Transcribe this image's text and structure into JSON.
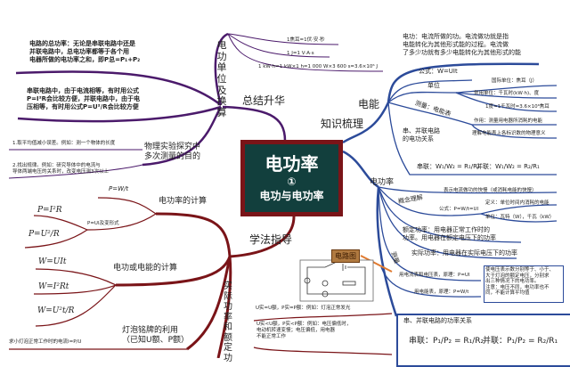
{
  "center": {
    "title": "电功率",
    "number": "①",
    "subtitle": "电功与电功率"
  },
  "colors": {
    "summary_branch": "#4b1a6b",
    "knowledge_branch": "#2c4b9a",
    "method_branch": "#7a1418",
    "center_fill": "#123f3d"
  },
  "summary": {
    "label": "总结升华",
    "unit_branch": "电功单位及换算",
    "units": [
      "1焦耳=1伏·安·秒",
      "1 J=1 V·A·s",
      "1 kW·h=1 kW×1 h=1 000 W×3 600 s=3.6×10⁶ J"
    ],
    "total_power": [
      "电路的总功率：无论是串联电路中还是",
      "并联电路中，总电功率都等于各个用",
      "电器所做的电功率之和，即P总=P₁+P₂"
    ],
    "formula_choice": [
      "串联电路中，由于电流相等，有时用公式",
      "P=I²R会比较方便，并联电路中，由于电",
      "压相等，有时用公式P=U²/R会比较方便"
    ],
    "experiment": {
      "label": [
        "物理实验探究中",
        "多次测量的目的"
      ],
      "items": [
        "1.取平均值减小误差。例如：测一个物体的长度",
        "2.找出规律。例如：研究导体中的电流与",
        "导体两端电压的关系时，改变电压测3次以上"
      ]
    }
  },
  "knowledge": {
    "label": "知识梳理",
    "energy": {
      "label": "电能",
      "definition": [
        "电功：电流所做的功。电流做功就是指",
        "电能转化为其他形式能的过程。电流做",
        "了多少功就有多少电能转化为其他形式的能"
      ],
      "formula": "公式：W=UIt",
      "unit": "单位",
      "unit_items": [
        "国际单位：焦耳（J）",
        "常用单位：千瓦时(kW·h)、度",
        "1度=1千瓦时=3.6×10⁶焦耳"
      ],
      "measure": "测量：电能表",
      "measure_items": [
        "作用：测量用电器所消耗的电能",
        "理解电能表上各标识数的物理意义"
      ],
      "relation": [
        "串、并联电路",
        "的电功关系"
      ],
      "series": "串联：W₁/W₂ = R₁/R₂",
      "parallel": "并联：W₁/W₂ = R₂/R₁"
    },
    "power": {
      "label": "电功率",
      "concept": "概念理解",
      "concept_items": [
        "表示电流做功的快慢（或消耗电能的快慢）",
        "公式：P=W/t=UI",
        "定义：单位时间内消耗的电能",
        "单位：瓦特（W），千瓦（kW）"
      ],
      "rated": [
        "额定功率：用电器正常工作时的",
        "功率。用电器在额定电压下的功率"
      ],
      "actual": "实际功率：用电器在实际电压下的功率",
      "measure": "测量",
      "measure_items": [
        "用电流表和电压表，原理：P=UI",
        "用电能表，原理：P=W/t"
      ],
      "note": [
        "使电压表示数分别等于、小于、",
        "大于灯泡的额定电压，分别求",
        "出三种情况下的电功率。",
        "注意：电压不同，电功率也不",
        "同，不能计算平均值"
      ],
      "relation_title": "串、并联电路的功率关系",
      "series": "串联：P₁/P₂ = R₁/R₂",
      "parallel": "并联：P₁/P₂ = R₂/R₁"
    }
  },
  "method": {
    "label": "学法指导",
    "circuit_tag": "电路图",
    "power_calc": {
      "label": "电功率的计算",
      "items": [
        "P=W/t",
        "P=UI及变形式",
        "P=I²R",
        "P=U²/R"
      ]
    },
    "work_calc": {
      "label": "电功或电能的计算",
      "items": [
        "W=UIt",
        "W=I²Rt",
        "W=U²t/R"
      ]
    },
    "bulb": {
      "label": [
        "灯泡铭牌的利用",
        "（已知U额、P额）"
      ],
      "items": [
        "求小灯泡正常工作时的电流I=P/U"
      ]
    },
    "actual_rated": {
      "label": "实际功率和额定功",
      "items": [
        "U实=U额，P实=P额：例如：灯泡正常发光",
        "U实<U额，P实<P额：例如：电压偏低时，",
        "电动机转速变慢；电压偏低，用电器",
        "不能正常工作"
      ]
    }
  }
}
